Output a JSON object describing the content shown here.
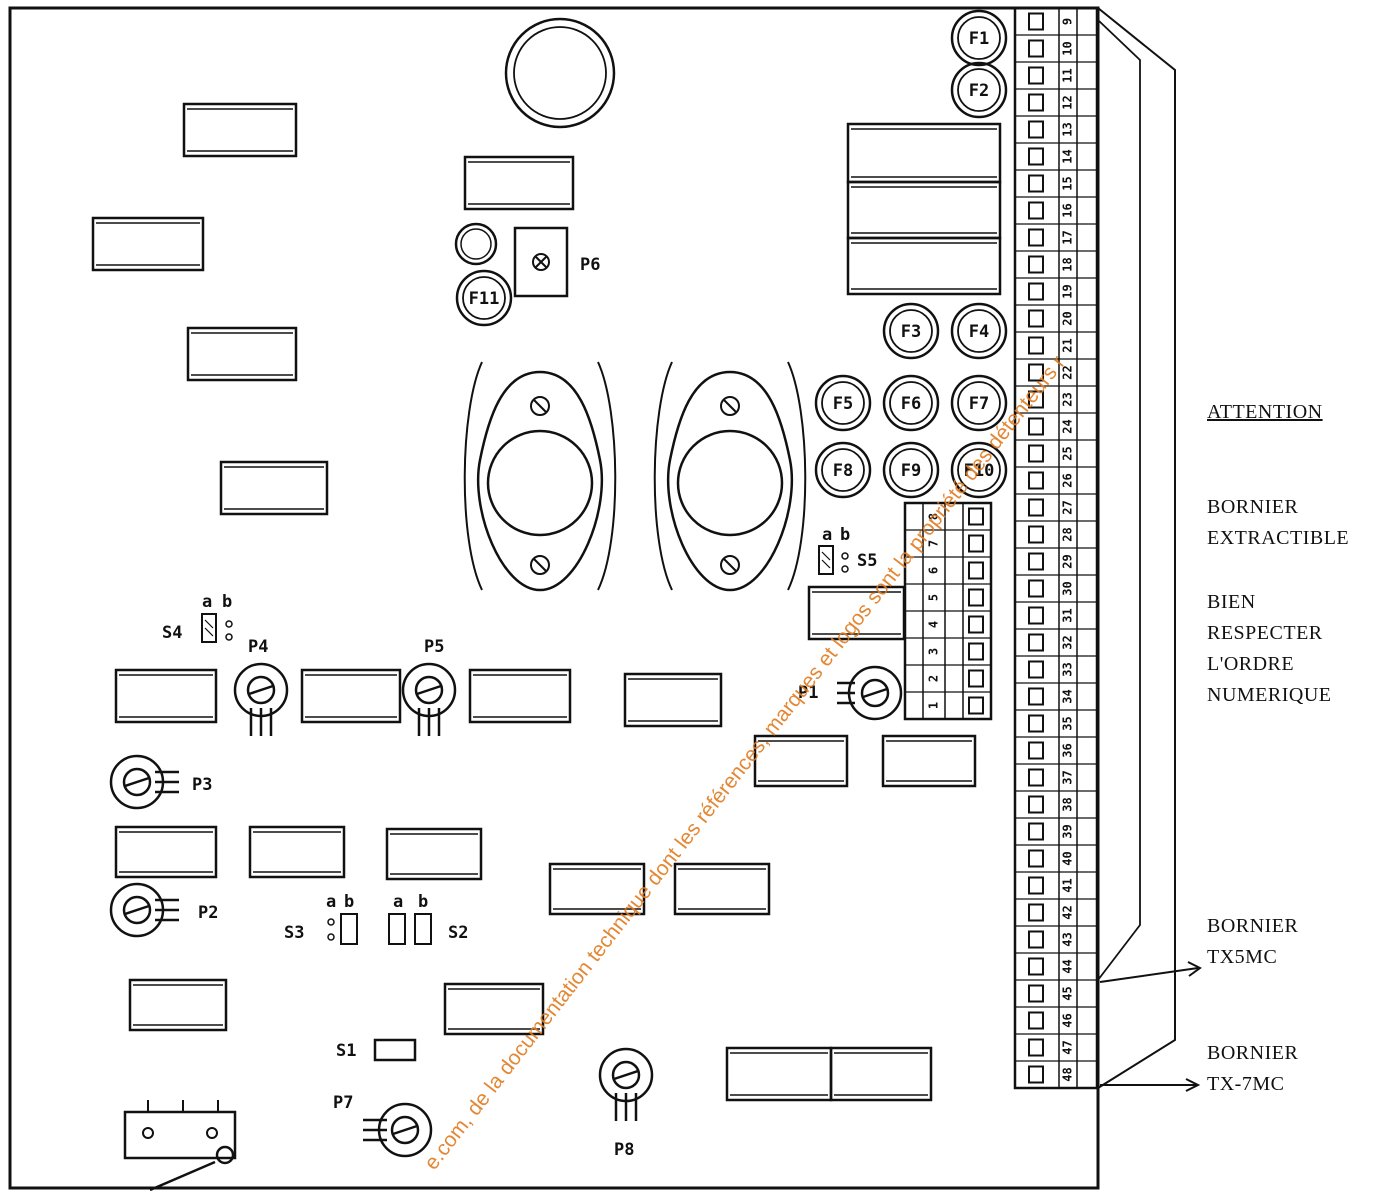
{
  "fuses": [
    "F1",
    "F2",
    "F3",
    "F4",
    "F5",
    "F6",
    "F7",
    "F8",
    "F9",
    "F10",
    "F11"
  ],
  "pots": [
    "P1",
    "P2",
    "P3",
    "P4",
    "P5",
    "P6",
    "P7",
    "P8"
  ],
  "switches": [
    "S1",
    "S2",
    "S3",
    "S4",
    "S5"
  ],
  "switch_pos": [
    "a",
    "b"
  ],
  "terminal_main": [
    "9",
    "10",
    "11",
    "12",
    "13",
    "14",
    "15",
    "16",
    "17",
    "18",
    "19",
    "20",
    "21",
    "22",
    "23",
    "24",
    "25",
    "26",
    "27",
    "28",
    "29",
    "30",
    "31",
    "32",
    "33",
    "34",
    "35",
    "36",
    "37",
    "38",
    "39",
    "40",
    "41",
    "42",
    "43",
    "44",
    "45",
    "46",
    "47",
    "48"
  ],
  "terminal_small": [
    "1",
    "2",
    "3",
    "4",
    "5",
    "6",
    "7",
    "8"
  ],
  "notes": {
    "attention": "ATTENTION",
    "bornier_extractible": [
      "BORNIER",
      "EXTRACTIBLE"
    ],
    "bien_respecter": [
      "BIEN",
      "RESPECTER",
      "L'ORDRE",
      "NUMERIQUE"
    ],
    "bornier_tx5": [
      "BORNIER",
      "TX5MC"
    ],
    "bornier_tx7": [
      "BORNIER",
      "TX-7MC"
    ]
  },
  "watermark": "e.com, de la documentation technique dont les références, marques et logos sont la propriété des détenteurs r",
  "colors": {
    "ink": "#111111",
    "watermark": "#e07b1f"
  }
}
